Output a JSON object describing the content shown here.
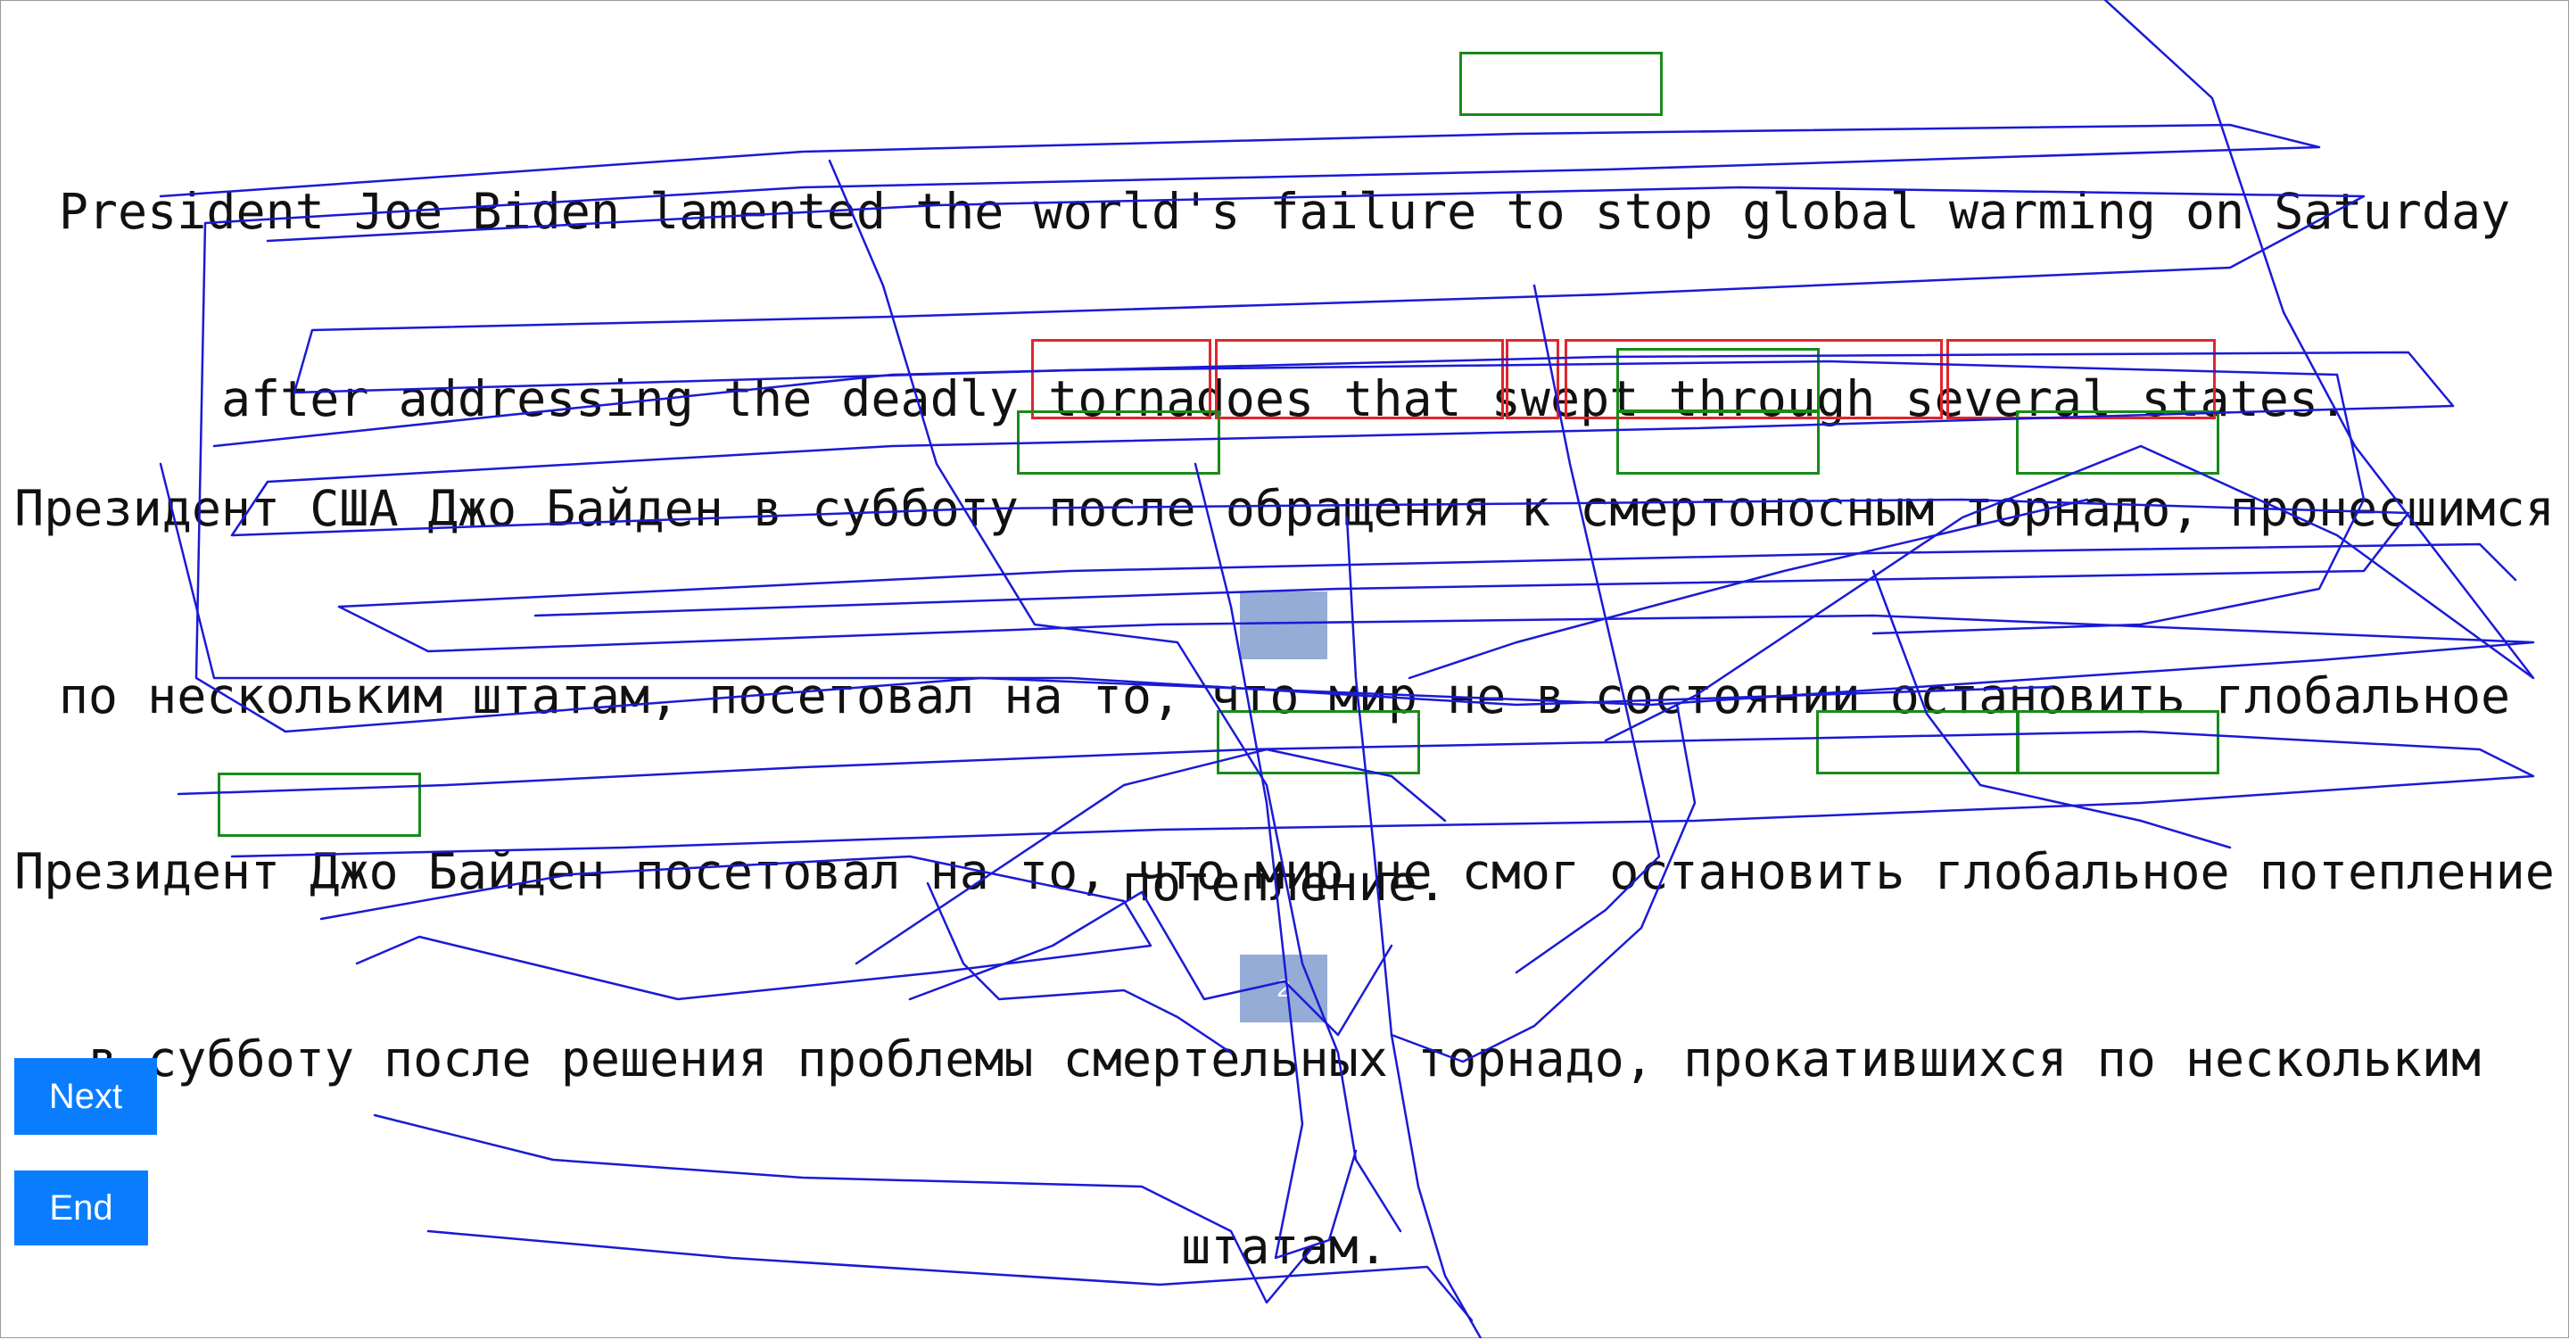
{
  "source": {
    "lines": [
      "President Joe Biden lamented the world's failure to stop global warming on Saturday",
      "after addressing the deadly tornadoes that swept through several states."
    ]
  },
  "translation_1": {
    "lines": [
      "Президент США Джо Байден в субботу после обращения к смертоносным торнадо, пронесшимся",
      "по нескольким штатам, посетовал на то, что мир не в состоянии остановить глобальное",
      "потепление."
    ],
    "marker": ""
  },
  "translation_2": {
    "lines": [
      "Президент Джо Байден посетовал на то, что мир не смог остановить глобальное потепление",
      "в субботу после решения проблемы смертельных торнадо, прокатившихся по нескольким",
      "штатам."
    ],
    "marker": "2"
  },
  "buttons": {
    "next": "Next",
    "end": "End"
  },
  "colors": {
    "gaze_trace": "#1a1ad6",
    "highlight_green": "#1a8a1a",
    "highlight_red": "#e0262c",
    "button": "#0a7dff",
    "marker": "#94acd6"
  }
}
